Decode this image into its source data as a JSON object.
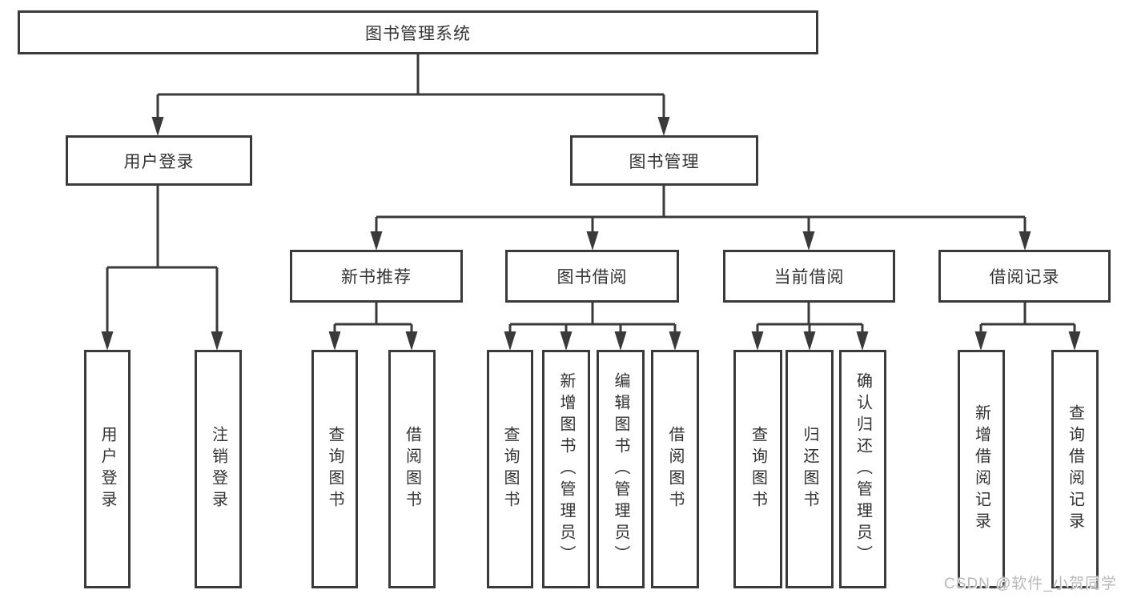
{
  "diagram": {
    "root": {
      "label": "图书管理系统"
    },
    "branches": [
      {
        "label": "用户登录",
        "children": [
          {
            "label": "用户登录"
          },
          {
            "label": "注销登录"
          }
        ]
      },
      {
        "label": "图书管理",
        "children": [
          {
            "label": "新书推荐",
            "children": [
              {
                "label": "查询图书"
              },
              {
                "label": "借阅图书"
              }
            ]
          },
          {
            "label": "图书借阅",
            "children": [
              {
                "label": "查询图书"
              },
              {
                "label": "新增图书（管理员）"
              },
              {
                "label": "编辑图书（管理员）"
              },
              {
                "label": "借阅图书"
              }
            ]
          },
          {
            "label": "当前借阅",
            "children": [
              {
                "label": "查询图书"
              },
              {
                "label": "归还图书"
              },
              {
                "label": "确认归还（管理员）"
              }
            ]
          },
          {
            "label": "借阅记录",
            "children": [
              {
                "label": "新增借阅记录"
              },
              {
                "label": "查询借阅记录"
              }
            ]
          }
        ]
      }
    ]
  },
  "watermark": {
    "text": "CSDN @软件_小贺同学"
  },
  "colors": {
    "line": "#3a3a3a",
    "box_border": "#3a3a3a",
    "box_background": "#ffffff",
    "label_text": "#333333",
    "watermark_text": "#b9b9b9",
    "background": "#ffffff"
  }
}
